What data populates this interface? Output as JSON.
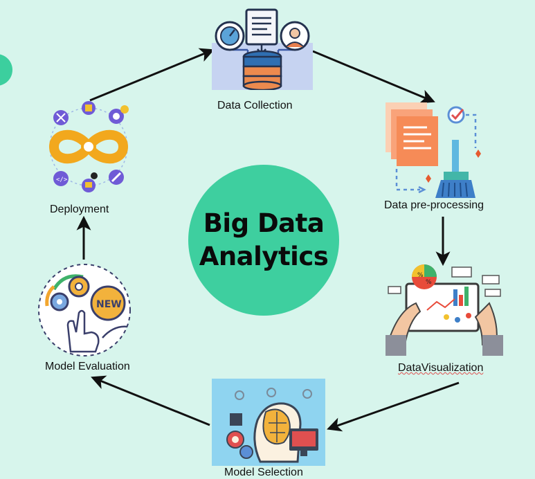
{
  "center": {
    "line1": "Big Data",
    "line2": "Analytics"
  },
  "steps": [
    {
      "label": "Data Collection"
    },
    {
      "label": "Data pre-processing"
    },
    {
      "label": "DataVisualization"
    },
    {
      "label": "Model Selection"
    },
    {
      "label": "Model Evaluation"
    },
    {
      "label": "Deployment"
    }
  ],
  "icons": {
    "data_collection": "database-icon",
    "pre_processing": "broom-icon",
    "visualization": "tablet-charts-icon",
    "model_selection": "ai-head-icon",
    "model_evaluation": "gears-new-icon",
    "deployment": "infinity-devops-icon"
  },
  "colors": {
    "background": "#d7f5ec",
    "center_circle": "#3ecf9f",
    "arrow": "#111111"
  }
}
